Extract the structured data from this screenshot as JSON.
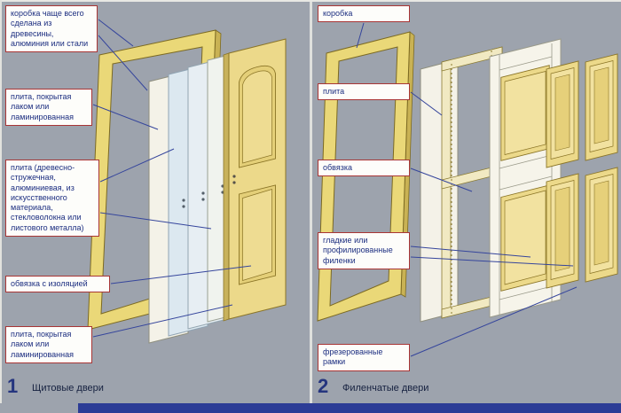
{
  "palette": {
    "background": "#9da3ad",
    "frame_yellow": "#ead878",
    "door_yellow": "#ecd98a",
    "panel_white": "#f4f2e8",
    "panel_blue": "#dce8f0",
    "label_border": "#a83535",
    "label_text": "#1c2e80",
    "connector_blue": "#35459c",
    "bottom_bar_blue": "#2c3c96"
  },
  "left": {
    "number": "1",
    "caption": "Щитовые двери",
    "labels": [
      {
        "text": "коробка чаще всего сделана из древесины, алюминия или стали"
      },
      {
        "text": "плита, покрытая лаком или ламинированная"
      },
      {
        "text": "плита (древесно-стружечная, алюминиевая, из искусственного материала, стекловолокна или листового металла)"
      },
      {
        "text": "обвязка с изоляцией"
      },
      {
        "text": "плита, покрытая лаком или ламинированная"
      }
    ]
  },
  "right": {
    "number": "2",
    "caption": "Филенчатые двери",
    "labels": [
      {
        "text": "коробка"
      },
      {
        "text": "плита"
      },
      {
        "text": "обвязка"
      },
      {
        "text": "гладкие или профилированные филенки"
      },
      {
        "text": "фрезерованные рамки"
      }
    ]
  }
}
